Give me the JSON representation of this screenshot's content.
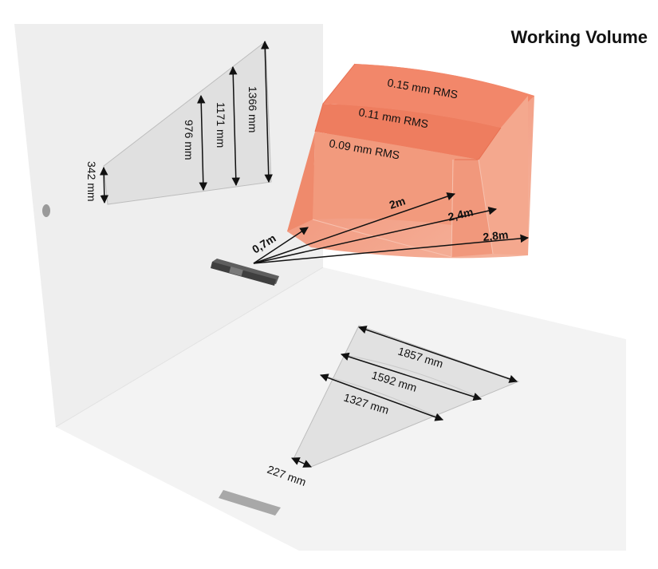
{
  "title": "Working Volume",
  "rms_labels": [
    "0.15 mm RMS",
    "0.11 mm RMS",
    "0.09 mm RMS"
  ],
  "distances": [
    "0,7m",
    "2m",
    "2,4m",
    "2,8m"
  ],
  "wall_dims": [
    "342 mm",
    "976 mm",
    "1171 mm",
    "1366 mm"
  ],
  "floor_dims": [
    "227 mm",
    "1327 mm",
    "1592 mm",
    "1857 mm"
  ],
  "colors": {
    "volume_dark": "#ee7657",
    "volume_light": "#f6b7a0",
    "wall": "#eeeeee",
    "floor": "#f2f2f2",
    "footprint": "#e1e1e1"
  }
}
